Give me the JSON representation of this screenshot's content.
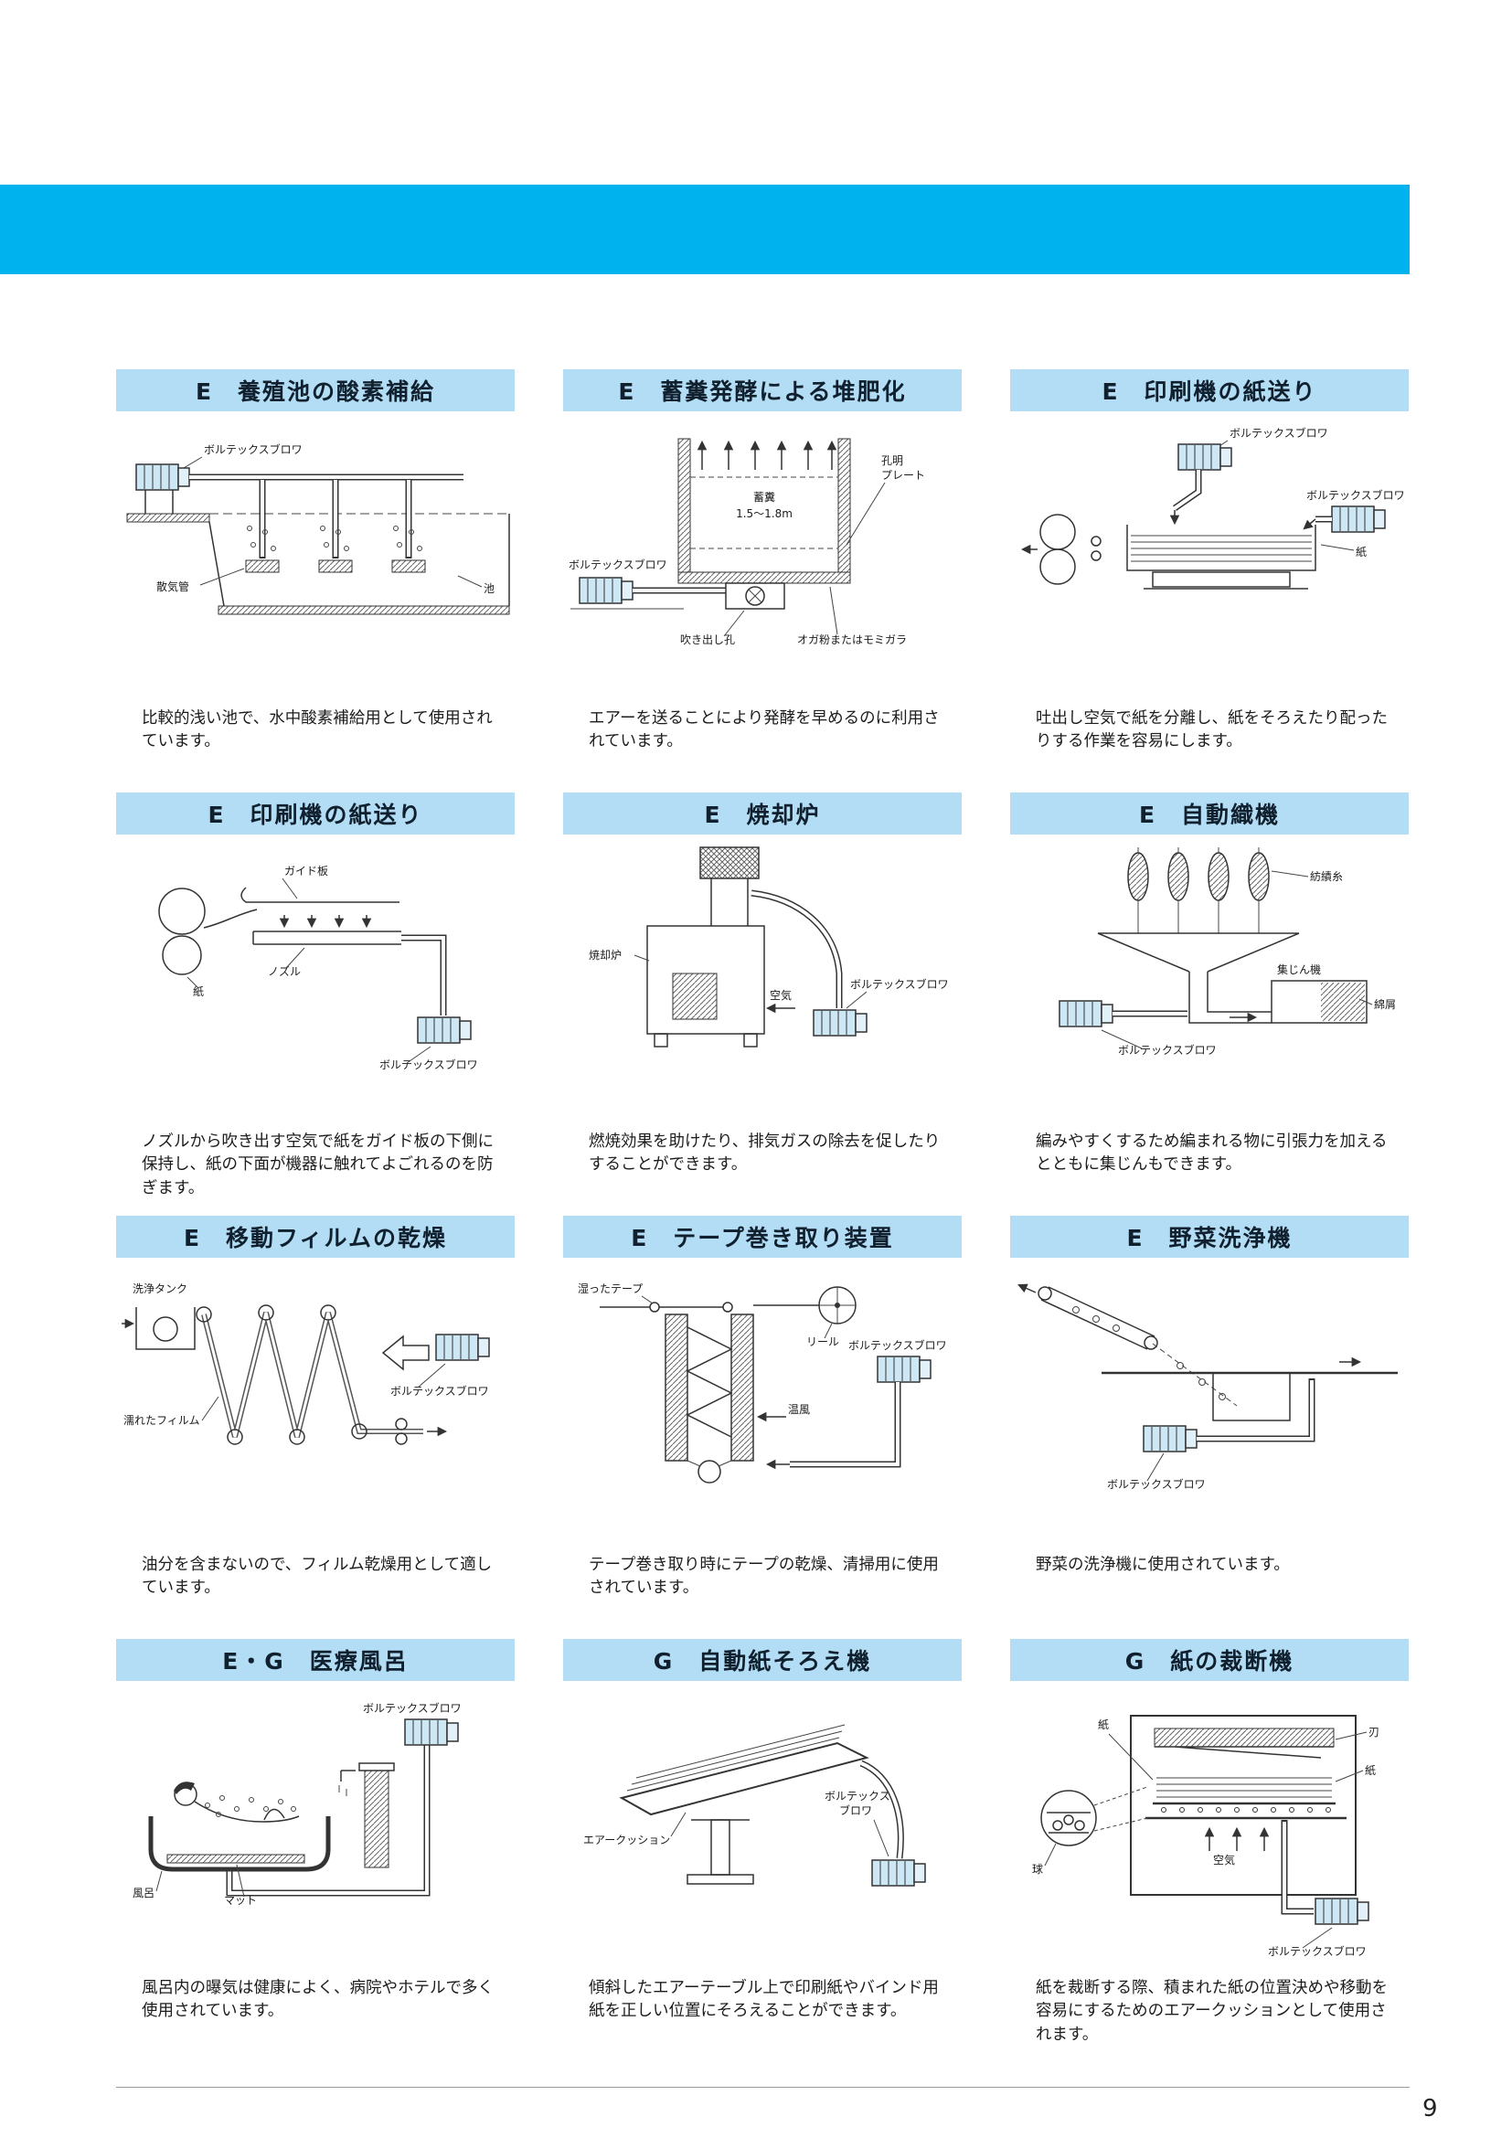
{
  "page": {
    "number": "9"
  },
  "colors": {
    "accent_cyan": "#00b2ee",
    "panel_header_bg": "#b2ddf4"
  },
  "panels": [
    {
      "title": "E　養殖池の酸素補給",
      "description": "比較的浅い池で、水中酸素補給用として使用されています。",
      "labels": {
        "blower": "ボルテックスブロワ",
        "diffuser": "散気管",
        "pond": "池"
      }
    },
    {
      "title": "E　蓄糞発酵による堆肥化",
      "description": "エアーを送ることにより発酵を早めるのに利用されています。",
      "labels": {
        "blower": "ボルテックスブロワ",
        "manure": "蓄糞",
        "depth": "1.5〜1.8m",
        "plate1": "孔明",
        "plate2": "プレート",
        "outlet": "吹き出し孔",
        "sawdust": "オガ粉またはモミガラ"
      }
    },
    {
      "title": "E　印刷機の紙送り",
      "description": "吐出し空気で紙を分離し、紙をそろえたり配ったりする作業を容易にします。",
      "labels": {
        "blower_top": "ボルテックスブロワ",
        "blower_right": "ボルテックスブロワ",
        "paper": "紙"
      }
    },
    {
      "title": "E　印刷機の紙送り",
      "description": "ノズルから吹き出す空気で紙をガイド板の下側に保持し、紙の下面が機器に触れてよごれるのを防ぎます。",
      "labels": {
        "guide": "ガイド板",
        "paper": "紙",
        "nozzle": "ノズル",
        "blower": "ボルテックスブロワ"
      }
    },
    {
      "title": "E　焼却炉",
      "description": "燃焼効果を助けたり、排気ガスの除去を促したりすることができます。",
      "labels": {
        "incinerator": "焼却炉",
        "air": "空気",
        "blower": "ボルテックスブロワ"
      }
    },
    {
      "title": "E　自動織機",
      "description": "編みやすくするため編まれる物に引張力を加えるとともに集じんもできます。",
      "labels": {
        "yarn": "紡績糸",
        "collector": "集じん機",
        "waste": "綿屑",
        "blower": "ボルテックスブロワ"
      }
    },
    {
      "title": "E　移動フィルムの乾燥",
      "description": "油分を含まないので、フィルム乾燥用として適しています。",
      "labels": {
        "tank": "洗浄タンク",
        "film": "濡れたフィルム",
        "blower": "ボルテックスブロワ"
      }
    },
    {
      "title": "E　テープ巻き取り装置",
      "description": "テープ巻き取り時にテープの乾燥、清掃用に使用されています。",
      "labels": {
        "tape": "湿ったテープ",
        "reel": "リール",
        "warm_air": "温風",
        "blower": "ボルテックスブロワ"
      }
    },
    {
      "title": "E　野菜洗浄機",
      "description": "野菜の洗浄機に使用されています。",
      "labels": {
        "blower": "ボルテックスブロワ"
      }
    },
    {
      "title": "E・G　医療風呂",
      "description": "風呂内の曝気は健康によく、病院やホテルで多く使用されています。",
      "labels": {
        "blower": "ボルテックスブロワ",
        "bath": "風呂",
        "mat": "マット"
      }
    },
    {
      "title": "G　自動紙そろえ機",
      "description": "傾斜したエアーテーブル上で印刷紙やバインド用紙を正しい位置にそろえることができます。",
      "labels": {
        "cushion": "エアークッション",
        "blower1": "ボルテックス",
        "blower2": "ブロワ"
      }
    },
    {
      "title": "G　紙の裁断機",
      "description": "紙を裁断する際、積まれた紙の位置決めや移動を容易にするためのエアークッションとして使用されます。",
      "labels": {
        "paper_top": "紙",
        "blade": "刃",
        "paper_right": "紙",
        "ball": "球",
        "air": "空気",
        "blower": "ボルテックスブロワ"
      }
    }
  ]
}
